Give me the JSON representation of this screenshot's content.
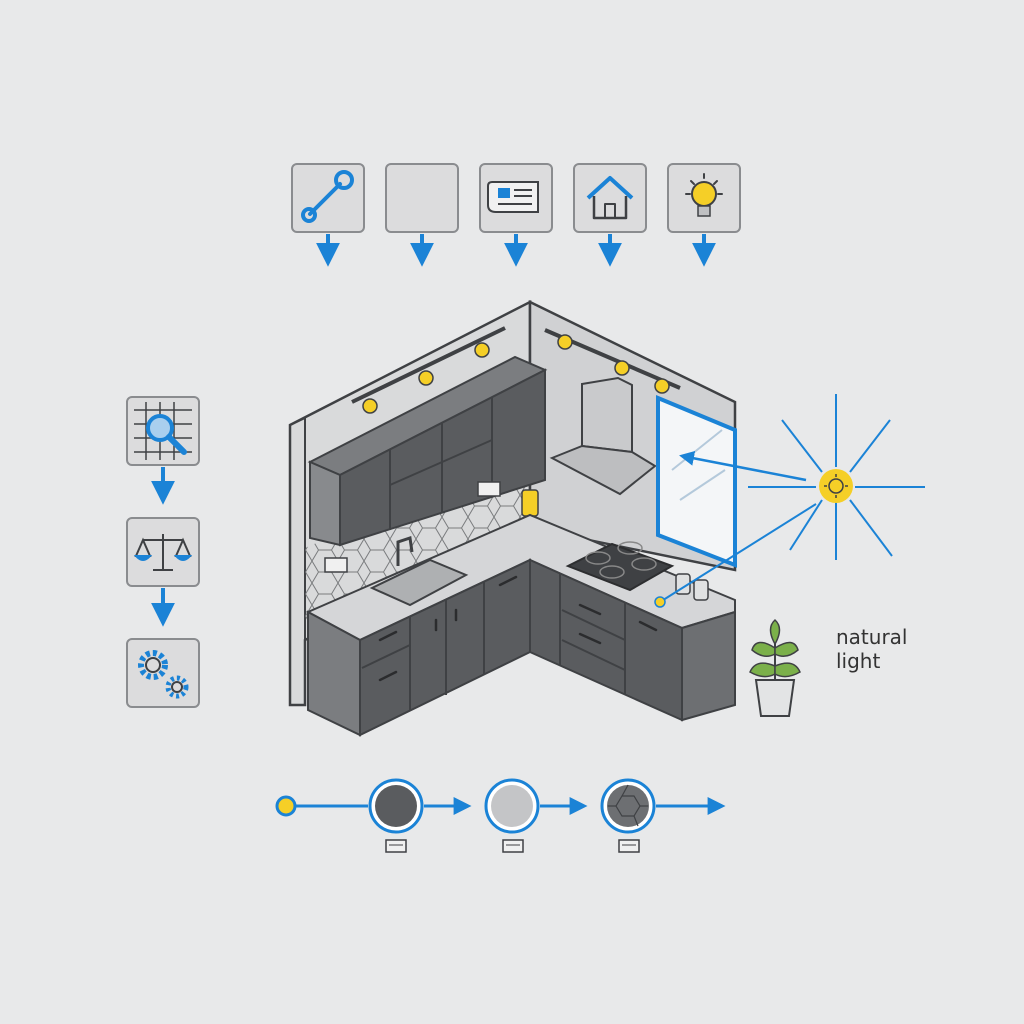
{
  "colors": {
    "background": "#e8e9ea",
    "accent_blue": "#1b83d6",
    "accent_yellow": "#f5cf27",
    "outline": "#3f4144",
    "cabinet_dark": "#5a5c5f",
    "wall_light": "#d6d7d8",
    "icon_box_fill": "#dcdcdd"
  },
  "top_icons": [
    {
      "icon": "wrench-icon"
    },
    {
      "icon": "blank-icon"
    },
    {
      "icon": "blueprint-icon"
    },
    {
      "icon": "house-icon"
    },
    {
      "icon": "lightbulb-icon"
    }
  ],
  "side_icons": [
    {
      "icon": "grid-magnifier-icon"
    },
    {
      "icon": "balance-scale-icon"
    },
    {
      "icon": "gears-icon"
    }
  ],
  "material_flow": [
    {
      "swatch": "dark-gray-circle"
    },
    {
      "swatch": "light-gray-circle"
    },
    {
      "swatch": "hexagon-tile-circle"
    }
  ],
  "annotation": {
    "line1": "natural",
    "line2": "light"
  }
}
